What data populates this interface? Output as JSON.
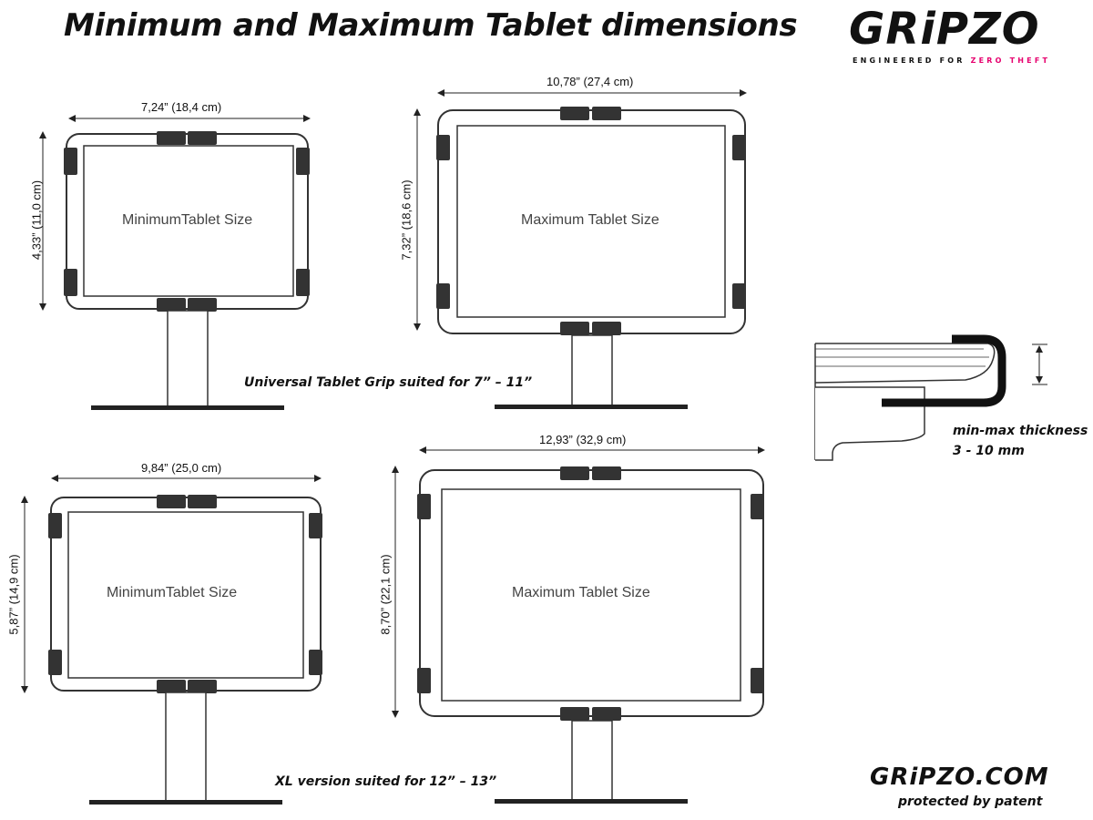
{
  "title": "Minimum and Maximum Tablet dimensions",
  "brand": {
    "logo_text": "GRiPZO",
    "tagline_main": "ENGINEERED FOR",
    "tagline_accent": "ZERO THEFT",
    "accent_color": "#e6006e",
    "website": "GRiPZO.COM",
    "patent_note": "protected by patent"
  },
  "captions": {
    "universal": "Universal Tablet Grip suited for 7” – 11”",
    "xl": "XL version suited for 12” – 13”"
  },
  "tablets": {
    "top_min": {
      "width_label": "7,24” (18,4 cm)",
      "height_label": "4,33” (11,0 cm)",
      "size_label": "MinimumTablet Size"
    },
    "top_max": {
      "width_label": "10,78” (27,4 cm)",
      "height_label": "7,32” (18,6 cm)",
      "size_label": "Maximum Tablet Size"
    },
    "bottom_min": {
      "width_label": "9,84” (25,0 cm)",
      "height_label": "5,87” (14,9 cm)",
      "size_label": "MinimumTablet Size"
    },
    "bottom_max": {
      "width_label": "12,93”  (32,9 cm)",
      "height_label": "8,70” (22,1 cm)",
      "size_label": "Maximum Tablet Size"
    }
  },
  "thickness": {
    "label": "min-max thickness",
    "range": "3 - 10 mm"
  },
  "icons": {
    "width_arrow": "double-headed-horizontal-arrow",
    "height_arrow": "double-headed-vertical-arrow",
    "clip": "corner-clip-profile"
  }
}
